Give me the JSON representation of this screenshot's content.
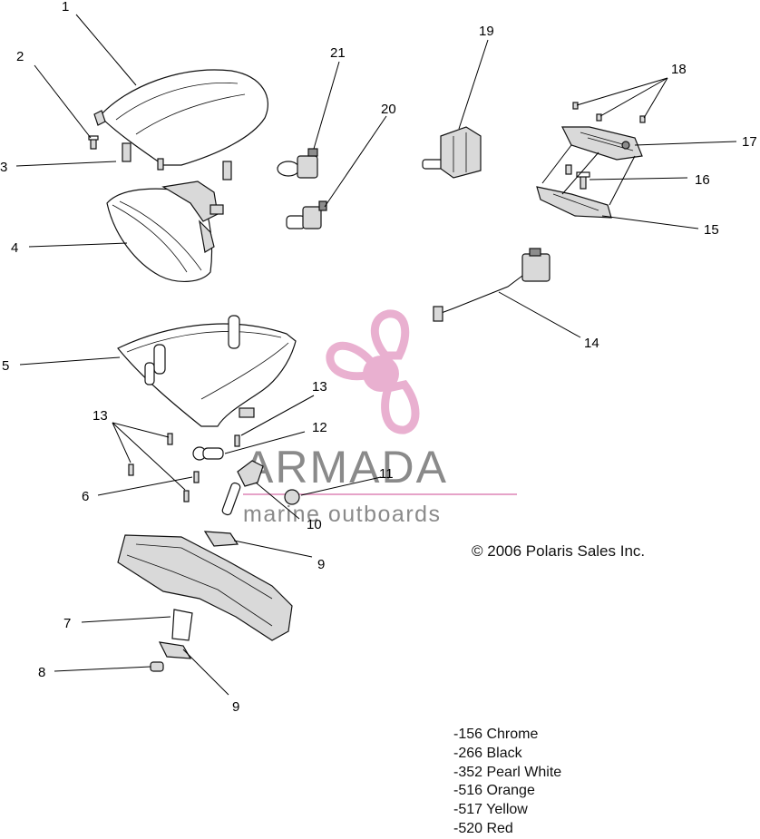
{
  "watermark": {
    "brand": "ARMADA",
    "tagline": "marine outboards",
    "brand_color": "#e6a3c8",
    "text_color": "#8a8a8a"
  },
  "copyright": "© 2006 Polaris Sales Inc.",
  "color_codes": [
    "-156 Chrome",
    "-266 Black",
    "-352 Pearl White",
    "-516 Orange",
    "-517 Yellow",
    "-520 Red"
  ],
  "callouts": {
    "c1": "1",
    "c2": "2",
    "c3": "3",
    "c4": "4",
    "c5": "5",
    "c6": "6",
    "c7": "7",
    "c8": "8",
    "c9a": "9",
    "c9b": "9",
    "c10": "10",
    "c11": "11",
    "c12": "12",
    "c13a": "13",
    "c13b": "13",
    "c14": "14",
    "c15": "15",
    "c16": "16",
    "c17": "17",
    "c18": "18",
    "c19": "19",
    "c20": "20",
    "c21": "21"
  }
}
